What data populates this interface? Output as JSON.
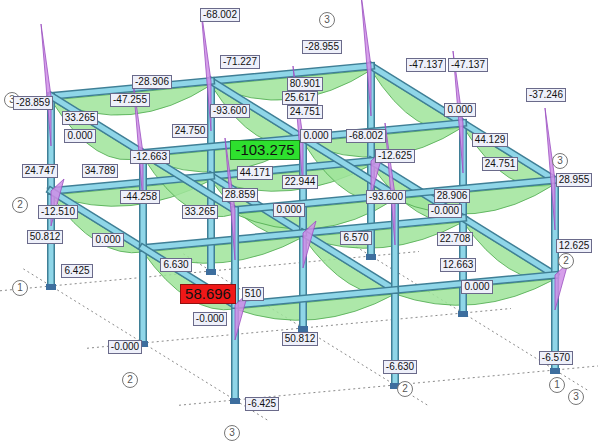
{
  "diagram": {
    "labels": [
      "-68.002",
      "3",
      "-28.955",
      "-71.227",
      "-47.137",
      "-47.137",
      "-28.906",
      "80.901",
      "3",
      "-28.859",
      "-47.255",
      "25.617",
      "-93.600",
      "24.751",
      "0.000",
      "-37.246",
      "33.265",
      "24.750",
      "0.000",
      "-68.002",
      "44.129",
      "-103.275",
      "0.000",
      "-12.663",
      "-12.625",
      "24.751",
      "3",
      "44.171",
      "24.747",
      "34.789",
      "28.955",
      "22.944",
      "-44.258",
      "28.859",
      "-93.600",
      "28.906",
      "2",
      "-12.510",
      "33.265",
      "0.000",
      "-0.000",
      "50.812",
      "0.000",
      "6.570",
      "22.708",
      "12.625",
      "2",
      "6.630",
      "12.663",
      "6.425",
      "1",
      "58.696",
      "510",
      "0.000",
      "-0.000",
      "50.812",
      "-0.000",
      "-6.570",
      "-6.630",
      "2",
      "2",
      "1",
      "3",
      "-6.425",
      "3"
    ]
  }
}
